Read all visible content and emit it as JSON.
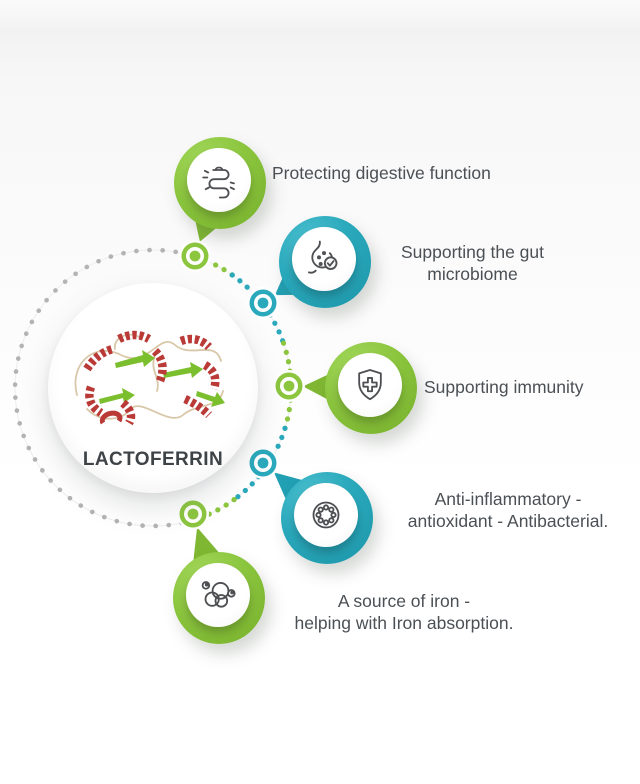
{
  "center": {
    "label": "LACTOFERRIN",
    "image": "protein-ribbon-structure"
  },
  "benefits": [
    {
      "icon": "intestine-icon",
      "color": "#8cc63f",
      "lines": [
        "Protecting digestive function"
      ]
    },
    {
      "icon": "stomach-icon",
      "color": "#2aa9bc",
      "lines": [
        "Supporting the gut",
        "microbiome"
      ]
    },
    {
      "icon": "shield-cross-icon",
      "color": "#8cc63f",
      "lines": [
        "Supporting immunity"
      ]
    },
    {
      "icon": "cell-icon",
      "color": "#2aa9bc",
      "lines": [
        "Anti-inflammatory -",
        "antioxidant - Antibacterial."
      ]
    },
    {
      "icon": "iron-molecules-icon",
      "color": "#8cc63f",
      "lines": [
        "A source of iron -",
        "helping with Iron absorption."
      ]
    }
  ],
  "colors": {
    "green": "#8cc63f",
    "teal": "#2aa9bc",
    "text": "#4b5055",
    "dot_gray": "#b3b3b3",
    "background": "#fafafa"
  }
}
